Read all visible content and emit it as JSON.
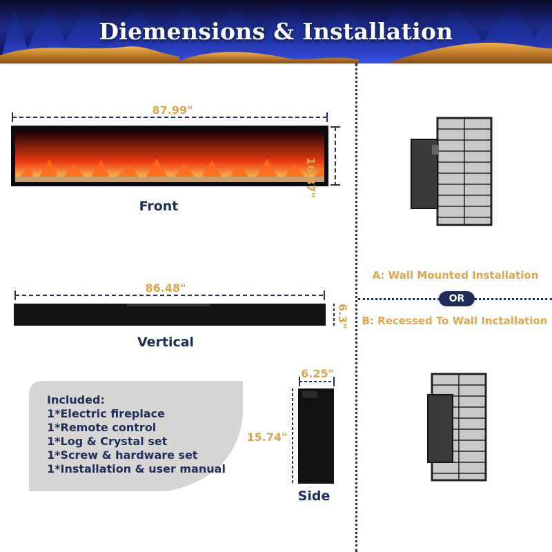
{
  "header": {
    "title": "Diemensions & Installation"
  },
  "front": {
    "width": "87.99\"",
    "height": "16.87\"",
    "label": "Front"
  },
  "vertical": {
    "width": "86.48\"",
    "depth": "6.3\"",
    "label": "Vertical"
  },
  "side": {
    "depth": "6.25\"",
    "height": "15.74\"",
    "label": "Side"
  },
  "installation": {
    "option_a": "A: Wall Mounted Installation",
    "or": "OR",
    "option_b": "B: Recessed To Wall Inctallation"
  },
  "included": {
    "heading": "Included:",
    "items": [
      "1*Electric fireplace",
      "1*Remote control",
      "1*Log & Crystal set",
      "1*Screw & hardware set",
      "1*Installation & user manual"
    ]
  },
  "colors": {
    "accent": "#e0a54a",
    "navy": "#1f2d5a",
    "panel": "#d8d6d4",
    "brick": "#c9c9c9"
  }
}
